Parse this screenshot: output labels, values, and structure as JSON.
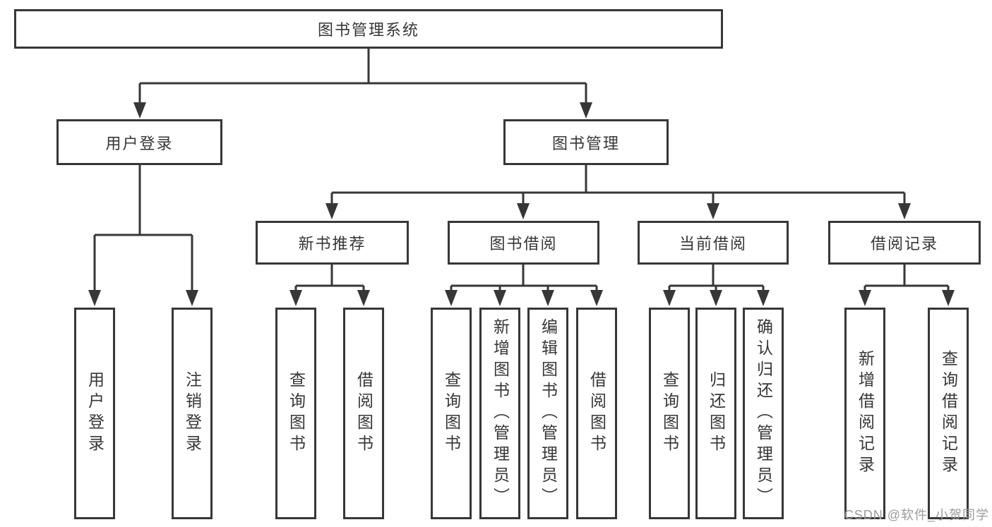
{
  "diagram": {
    "root": {
      "label": "图书管理系统"
    },
    "branches": [
      {
        "label": "用户登录",
        "children": [
          {
            "label": "用户登录"
          },
          {
            "label": "注销登录"
          }
        ]
      },
      {
        "label": "图书管理",
        "children": [
          {
            "label": "新书推荐",
            "children": [
              {
                "label": "查询图书"
              },
              {
                "label": "借阅图书"
              }
            ]
          },
          {
            "label": "图书借阅",
            "children": [
              {
                "label": "查询图书"
              },
              {
                "label": "新增图书（管理员）"
              },
              {
                "label": "编辑图书（管理员）"
              },
              {
                "label": "借阅图书"
              }
            ]
          },
          {
            "label": "当前借阅",
            "children": [
              {
                "label": "查询图书"
              },
              {
                "label": "归还图书"
              },
              {
                "label": "确认归还（管理员）"
              }
            ]
          },
          {
            "label": "借阅记录",
            "children": [
              {
                "label": "新增借阅记录"
              },
              {
                "label": "查询借阅记录"
              }
            ]
          }
        ]
      }
    ]
  },
  "watermark": {
    "text": "CSDN @软件_小贺同学"
  },
  "colors": {
    "line": "#373737",
    "text": "#363636",
    "watermark": "#9b9b9b",
    "background": "#ffffff"
  }
}
